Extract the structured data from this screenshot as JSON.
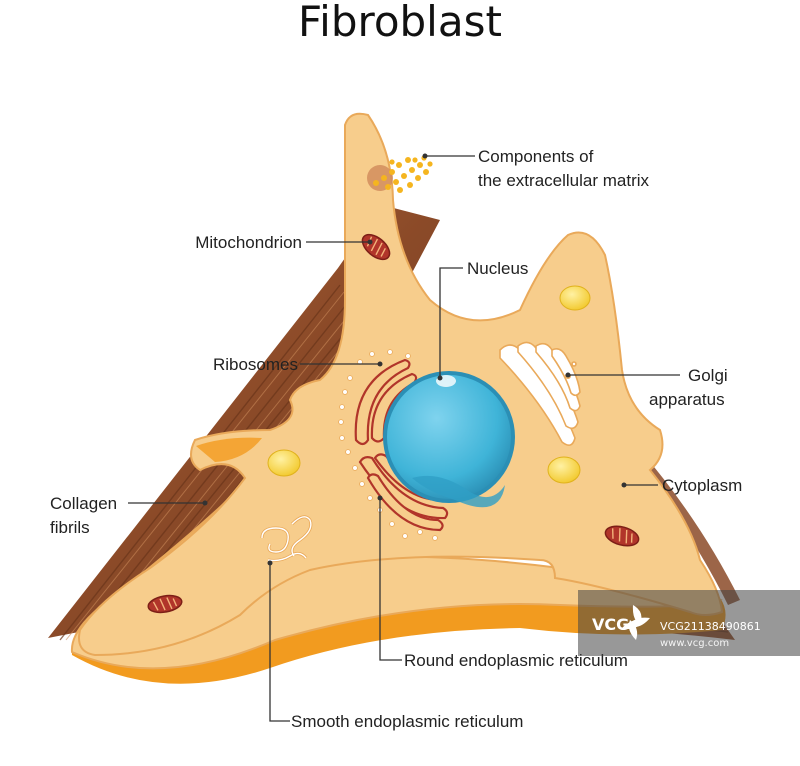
{
  "title": "Fibroblast",
  "labels": {
    "ecm": [
      "Components of",
      "the extracellular matrix"
    ],
    "mitochondrion": "Mitochondrion",
    "nucleus": "Nucleus",
    "ribosomes": "Ribosomes",
    "golgi": [
      "Golgi",
      "apparatus"
    ],
    "cytoplasm": "Cytoplasm",
    "collagen": [
      "Collagen",
      "fibrils"
    ],
    "rough_er": "Round endoplasmic reticulum",
    "smooth_er": "Smooth endoplasmic reticulum"
  },
  "watermark": {
    "brand": "VCG",
    "id": "VCG21138490861",
    "site": "www.vcg.com"
  },
  "colors": {
    "cytoplasm": "#f7cd8c",
    "cell_edge": "#e9a95a",
    "membrane_rim": "#f29b1f",
    "collagen": "#9a5530",
    "nucleus": "#3fb4d8",
    "lipid": "#f7d43a",
    "mitochondrion": "#b1352a"
  }
}
